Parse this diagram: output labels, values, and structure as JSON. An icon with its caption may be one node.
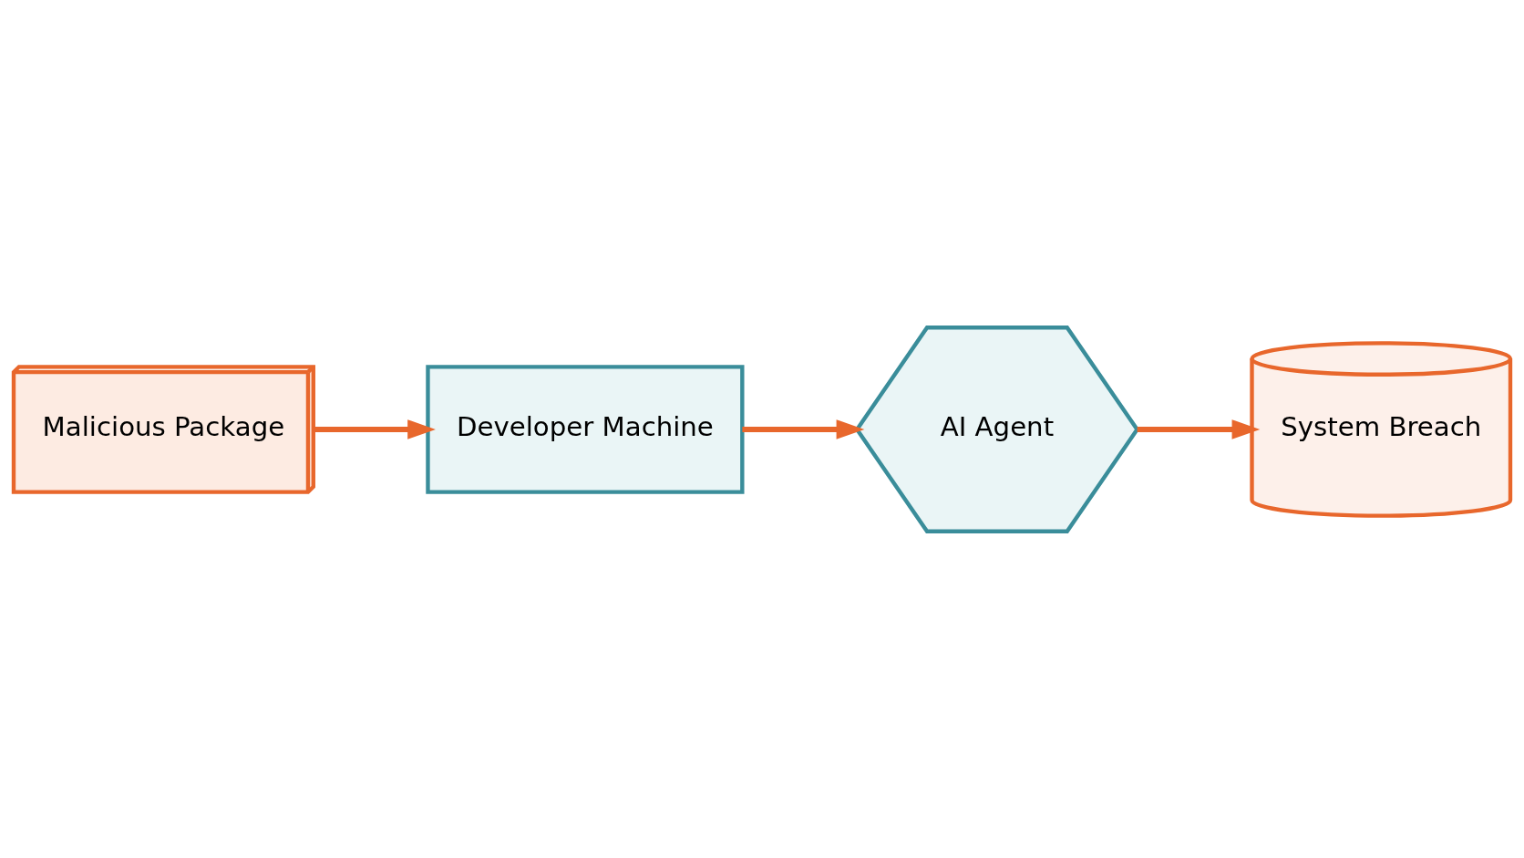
{
  "diagram": {
    "nodes": [
      {
        "text": [
          "Malicious Package"
        ]
      },
      {
        "text": [
          "Developer Machine"
        ]
      },
      {
        "text": [
          "AI Agent"
        ]
      },
      {
        "text": [
          "System Breach"
        ]
      }
    ],
    "edges": [
      {
        "from": 0,
        "to": 1,
        "arrow": "to"
      },
      {
        "from": 1,
        "to": 2,
        "arrow": "to"
      },
      {
        "from": 2,
        "to": 3,
        "arrow": "to"
      }
    ]
  }
}
